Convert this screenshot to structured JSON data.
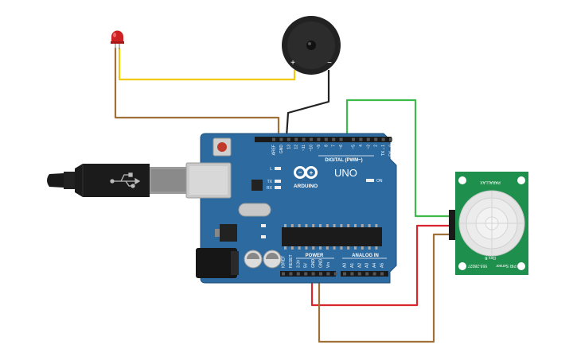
{
  "board": {
    "brand": "ARDUINO",
    "model": "UNO",
    "digital_header": "DIGITAL (PWM~)",
    "analog_header": "ANALOG IN",
    "power_header": "POWER",
    "on_label": "ON",
    "l_label": "L",
    "tx_label": "TX",
    "rx_label": "RX",
    "digital_pins": [
      "AREF",
      "GND",
      "13",
      "12",
      "~11",
      "~10",
      "~9",
      "8",
      "7",
      "~6",
      "~5",
      "4",
      "~3",
      "2",
      "TX→1",
      "RX←0"
    ],
    "power_pins": [
      "IOREF",
      "RESET",
      "3.3V",
      "5V",
      "GND",
      "GND",
      "Vin"
    ],
    "analog_pins": [
      "A0",
      "A1",
      "A2",
      "A3",
      "A4",
      "A5"
    ]
  },
  "buzzer": {
    "plus": "+",
    "minus": "−"
  },
  "pir": {
    "top_text": "PARALLAX",
    "bottom_text": "PIR Sensor",
    "part_number": "555-28027",
    "rev": "Rev B"
  },
  "colors": {
    "board": "#2c6aa0",
    "board_edge": "#1f4f7a",
    "pcb_green": "#1e8f4c",
    "wire_yellow": "#f2c811",
    "wire_brown": "#a0703a",
    "wire_black": "#222222",
    "wire_green": "#3dbb4a",
    "wire_red": "#d9262c",
    "led_red": "#cc2222"
  }
}
